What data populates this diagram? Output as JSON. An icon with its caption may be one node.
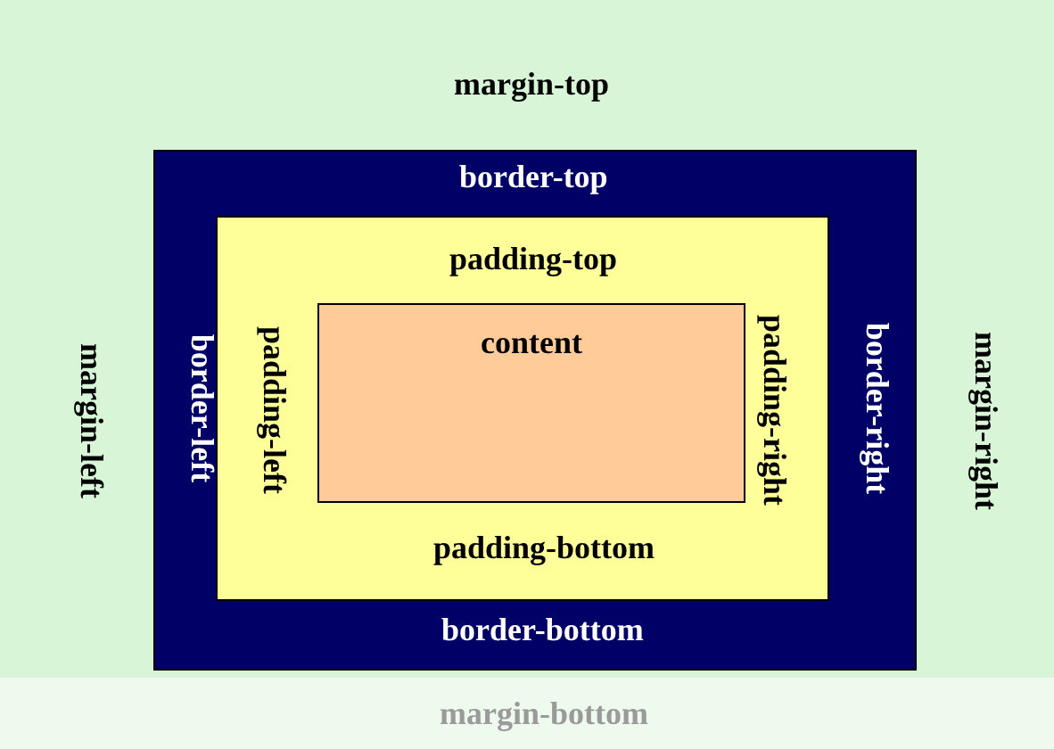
{
  "diagram": {
    "nodes": [
      {
        "text": [
          "margin-top",
          "margin-left",
          "margin-right",
          "margin-bottom"
        ]
      },
      {
        "text": [
          "border-top",
          "border-left",
          "border-right",
          "border-bottom"
        ],
        "in": 0
      },
      {
        "text": [
          "padding-top",
          "padding-left",
          "padding-right",
          "padding-bottom"
        ],
        "in": 1
      },
      {
        "text": [
          "content"
        ],
        "in": 2
      }
    ]
  }
}
